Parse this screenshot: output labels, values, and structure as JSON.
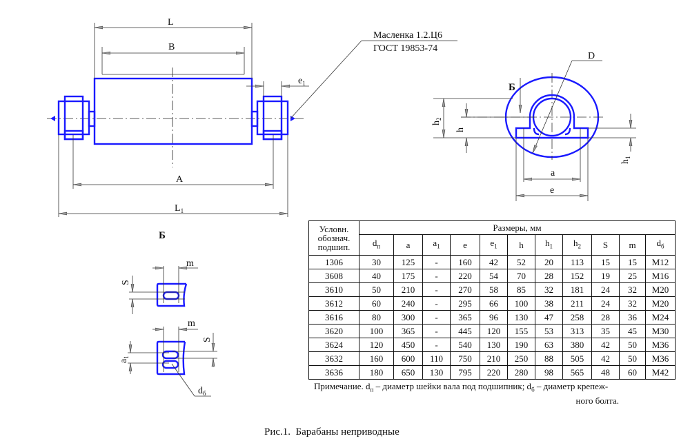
{
  "drawing": {
    "dimension_labels": {
      "L": "L",
      "B": "B",
      "A": "A",
      "L1_main": "L",
      "L1_sub": "1",
      "e1_main": "e",
      "e1_sub": "1",
      "D": "D",
      "h": "h",
      "h1_main": "h",
      "h1_sub": "1",
      "h2_main": "h",
      "h2_sub": "2",
      "a": "a",
      "e": "e",
      "S": "S",
      "m": "m",
      "a1_main": "a",
      "a1_sub": "1",
      "db_main": "d",
      "db_sub": "б"
    },
    "view_label": "Б",
    "section_label": "Б",
    "oiler_callout": {
      "line1": "Масленка 1.2.Ц6",
      "line2": "ГОСТ 19853-74"
    },
    "stroke_color": "#1a1aff"
  },
  "table": {
    "corner_header": [
      "Условн.",
      "обознач.",
      "подшип."
    ],
    "group_header": "Размеры, мм",
    "columns": [
      {
        "main": "d",
        "sub": "п"
      },
      {
        "main": "a",
        "sub": ""
      },
      {
        "main": "a",
        "sub": "1"
      },
      {
        "main": "e",
        "sub": ""
      },
      {
        "main": "e",
        "sub": "1"
      },
      {
        "main": "h",
        "sub": ""
      },
      {
        "main": "h",
        "sub": "1"
      },
      {
        "main": "h",
        "sub": "2"
      },
      {
        "main": "S",
        "sub": ""
      },
      {
        "main": "m",
        "sub": ""
      },
      {
        "main": "d",
        "sub": "б"
      }
    ],
    "rows": [
      [
        "1306",
        "30",
        "125",
        "-",
        "160",
        "42",
        "52",
        "20",
        "113",
        "15",
        "15",
        "M12"
      ],
      [
        "3608",
        "40",
        "175",
        "-",
        "220",
        "54",
        "70",
        "28",
        "152",
        "19",
        "25",
        "M16"
      ],
      [
        "3610",
        "50",
        "210",
        "-",
        "270",
        "58",
        "85",
        "32",
        "181",
        "24",
        "32",
        "M20"
      ],
      [
        "3612",
        "60",
        "240",
        "-",
        "295",
        "66",
        "100",
        "38",
        "211",
        "24",
        "32",
        "M20"
      ],
      [
        "3616",
        "80",
        "300",
        "-",
        "365",
        "96",
        "130",
        "47",
        "258",
        "28",
        "36",
        "M24"
      ],
      [
        "3620",
        "100",
        "365",
        "-",
        "445",
        "120",
        "155",
        "53",
        "313",
        "35",
        "45",
        "M30"
      ],
      [
        "3624",
        "120",
        "450",
        "-",
        "540",
        "130",
        "190",
        "63",
        "380",
        "42",
        "50",
        "M36"
      ],
      [
        "3632",
        "160",
        "600",
        "110",
        "750",
        "210",
        "250",
        "88",
        "505",
        "42",
        "50",
        "M36"
      ],
      [
        "3636",
        "180",
        "650",
        "130",
        "795",
        "220",
        "280",
        "98",
        "565",
        "48",
        "60",
        "M42"
      ]
    ]
  },
  "note": {
    "prefix": "Примечание. d",
    "sub1": "п",
    "mid": " – диаметр шейки вала под подшипник; d",
    "sub2": "б",
    "end": " – диаметр крепеж-",
    "line2": "ного болта."
  },
  "caption": "Рис.1.  Барабаны неприводные"
}
